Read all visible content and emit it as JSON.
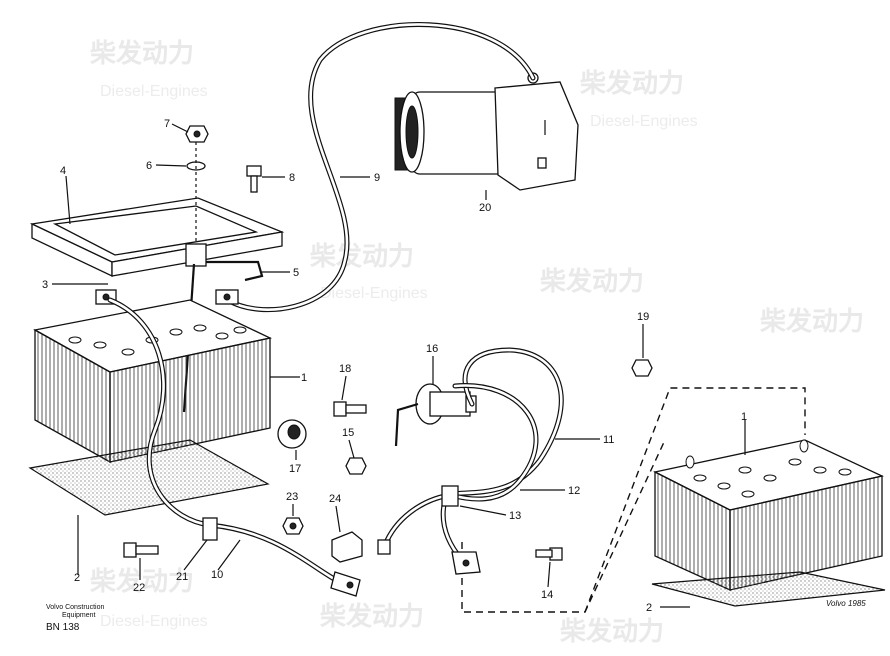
{
  "watermark": {
    "brand_cn": "柴发动力",
    "brand_en": "Diesel-Engines"
  },
  "footer": {
    "line1": "Volvo Construction",
    "line2": "Equipment",
    "code": "BN 138",
    "signature": "Volvo 1985"
  },
  "callouts": {
    "c1a": "1",
    "c1b": "1",
    "c2a": "2",
    "c2b": "2",
    "c3": "3",
    "c4": "4",
    "c5": "5",
    "c6": "6",
    "c7": "7",
    "c8": "8",
    "c9": "9",
    "c10": "10",
    "c11": "11",
    "c12": "12",
    "c13": "13",
    "c14": "14",
    "c15": "15",
    "c16": "16",
    "c17": "17",
    "c18": "18",
    "c19": "19",
    "c20": "20",
    "c21": "21",
    "c22": "22",
    "c23": "23",
    "c24": "24"
  }
}
